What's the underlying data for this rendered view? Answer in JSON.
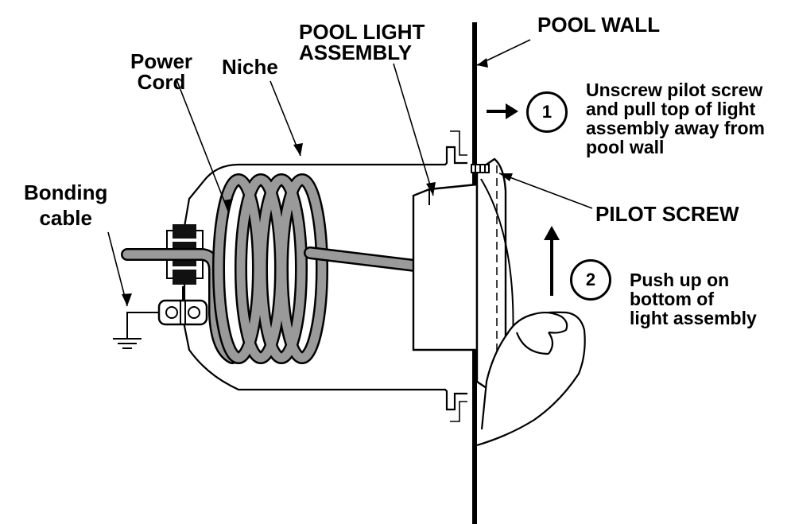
{
  "labels": {
    "pool_wall": "POOL WALL",
    "pool_light_assembly": [
      "POOL LIGHT",
      "ASSEMBLY"
    ],
    "power_cord": [
      "Power",
      "Cord"
    ],
    "niche": "Niche",
    "bonding_cable": [
      "Bonding",
      "cable"
    ],
    "pilot_screw": "PILOT SCREW"
  },
  "steps": [
    {
      "number": "1",
      "lines": [
        "Unscrew pilot screw",
        "and pull top of light",
        "assembly away from",
        "pool wall"
      ]
    },
    {
      "number": "2",
      "lines": [
        "Push up on",
        "bottom of",
        "light assembly"
      ]
    }
  ],
  "icons": [
    "arrow-right-icon",
    "arrow-up-icon",
    "ground-symbol-icon",
    "hand-icon"
  ],
  "colors": {
    "line": "#000000",
    "cord": "#9a9a9a",
    "background": "#ffffff"
  }
}
